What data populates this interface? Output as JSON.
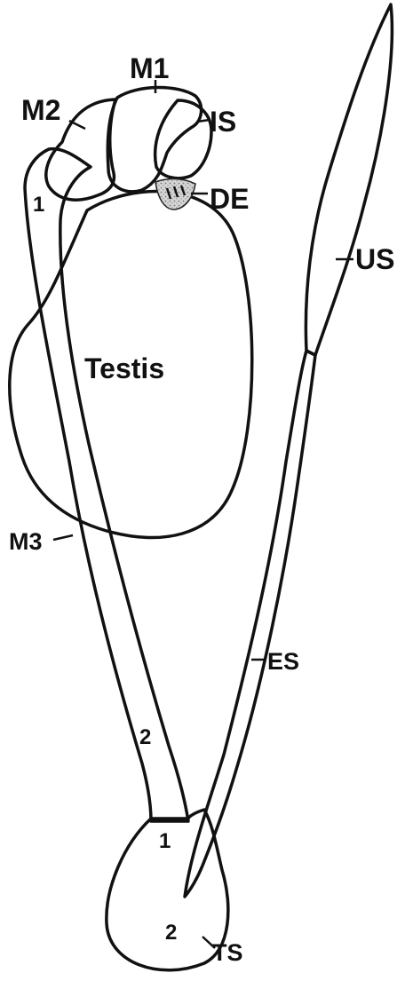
{
  "labels": {
    "m1": "M1",
    "m2": "M2",
    "m3": "M3",
    "is": "IS",
    "de": "DE",
    "us": "US",
    "es": "ES",
    "ts": "TS",
    "testis": "Testis"
  },
  "numerals": {
    "duct_upper": "1",
    "duct_lower": "2",
    "ts_upper": "1",
    "ts_lower": "2"
  },
  "colors": {
    "outline": "#111111",
    "duct_fill": "#cfcfcf",
    "terminal_fill": "#7a7a7a",
    "cap_fill": "#bdbdbd",
    "background": "#ffffff"
  }
}
